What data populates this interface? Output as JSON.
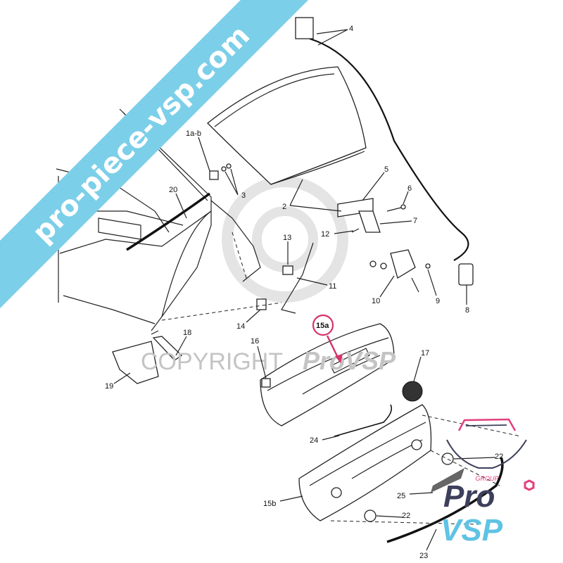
{
  "watermark": {
    "banner_text": "pro-piece-vsp.com",
    "banner_color": "#7ccfe8",
    "copyright_text": "COPYRIGHT",
    "copyright_brand": "ProVSP",
    "copyright_color": "#d9d9d9"
  },
  "callouts": [
    {
      "id": "4",
      "label": "4"
    },
    {
      "id": "1a-b",
      "label": "1a-b"
    },
    {
      "id": "3",
      "label": "3"
    },
    {
      "id": "20",
      "label": "20"
    },
    {
      "id": "5",
      "label": "5"
    },
    {
      "id": "6",
      "label": "6"
    },
    {
      "id": "2",
      "label": "2"
    },
    {
      "id": "7",
      "label": "7"
    },
    {
      "id": "12",
      "label": "12"
    },
    {
      "id": "13",
      "label": "13"
    },
    {
      "id": "11",
      "label": "11"
    },
    {
      "id": "10",
      "label": "10"
    },
    {
      "id": "9",
      "label": "9"
    },
    {
      "id": "8",
      "label": "8"
    },
    {
      "id": "14",
      "label": "14"
    },
    {
      "id": "18",
      "label": "18"
    },
    {
      "id": "19",
      "label": "19"
    },
    {
      "id": "16",
      "label": "16"
    },
    {
      "id": "15a",
      "label": "15a",
      "highlight": "#d6336c"
    },
    {
      "id": "17",
      "label": "17"
    },
    {
      "id": "24",
      "label": "24"
    },
    {
      "id": "22a",
      "label": "22"
    },
    {
      "id": "15b",
      "label": "15b"
    },
    {
      "id": "25",
      "label": "25"
    },
    {
      "id": "22b",
      "label": "22"
    },
    {
      "id": "23",
      "label": "23"
    }
  ],
  "logo": {
    "group_text": "GROUP",
    "pro_text": "Pro",
    "vsp_text": "VSP",
    "pink": "#e2407e",
    "navy": "#3d3f5c",
    "blue": "#5fc3e4"
  }
}
